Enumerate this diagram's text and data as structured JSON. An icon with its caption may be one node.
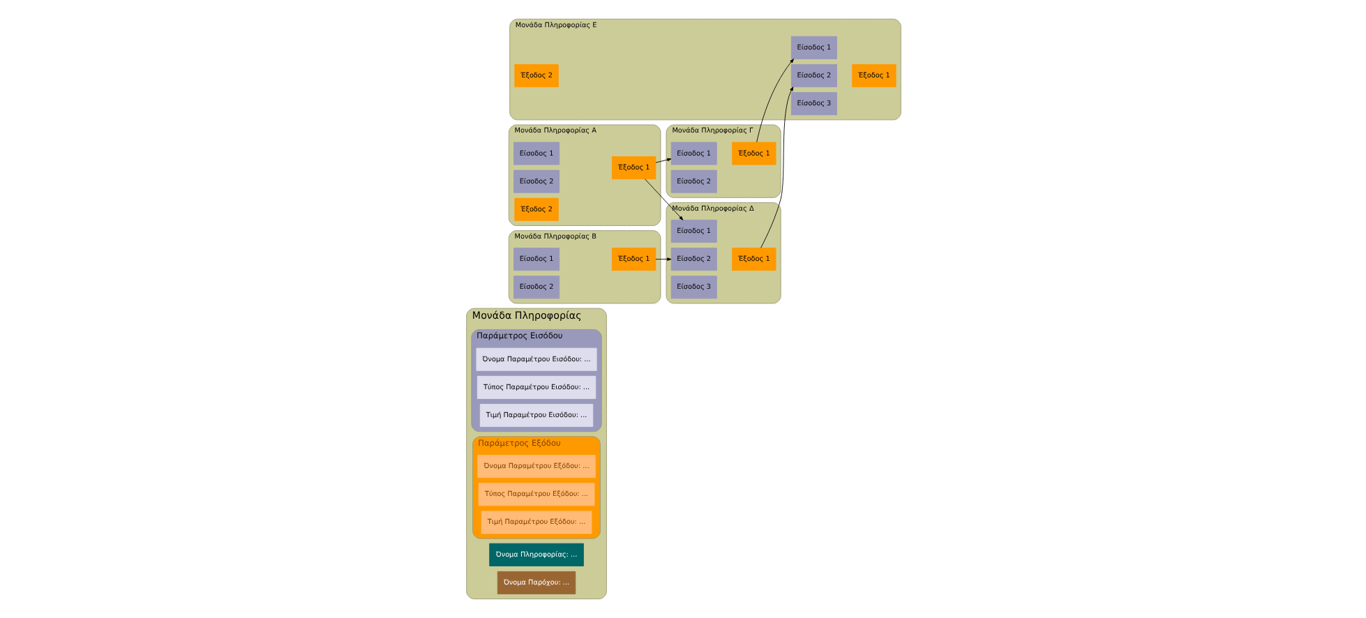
{
  "diagram": {
    "nodes": [
      {
        "text": [
          "Μονάδα Πληροφορίας"
        ]
      },
      {
        "text": [
          "Όνομα Πληροφορίας: ..."
        ],
        "in": 0
      },
      {
        "text": [
          "Όνομα Παρόχου: ..."
        ],
        "in": 0
      },
      {
        "text": [
          "Παράμετρος Εισόδου"
        ],
        "in": 0
      },
      {
        "text": [
          "Όνομα Παραμέτρου Εισόδου: ..."
        ],
        "in": 3
      },
      {
        "text": [
          "Τύπος Παραμέτρου Εισόδου: ..."
        ],
        "in": 3
      },
      {
        "text": [
          "Τιμή Παραμέτρου Εισόδου: ..."
        ],
        "in": 3
      },
      {
        "text": [
          "Παράμετρος Εξόδου"
        ],
        "in": 0
      },
      {
        "text": [
          "Όνομα Παραμέτρου Εξόδου: ..."
        ],
        "in": 7
      },
      {
        "text": [
          "Τύπος Παραμέτρου Εξόδου: ..."
        ],
        "in": 7
      },
      {
        "text": [
          "Τιμή Παραμέτρου Εξόδου: ..."
        ],
        "in": 7
      },
      {
        "text": [
          "Μονάδα Πληροφορίας Α"
        ]
      },
      {
        "text": [
          "Είσοδος 1"
        ],
        "in": 11
      },
      {
        "text": [
          "Είσοδος 2"
        ],
        "in": 11
      },
      {
        "text": [
          "Έξοδος 1"
        ],
        "in": 11
      },
      {
        "text": [
          "Έξοδος 2"
        ],
        "in": 11
      },
      {
        "text": [
          "Μονάδα Πληροφορίας Β"
        ]
      },
      {
        "text": [
          "Είσοδος 1"
        ],
        "in": 16
      },
      {
        "text": [
          "Είσοδος 2"
        ],
        "in": 16
      },
      {
        "text": [
          "Έξοδος 1"
        ],
        "in": 16
      },
      {
        "text": [
          "Μονάδα Πληροφορίας Γ"
        ]
      },
      {
        "text": [
          "Είσοδος 1"
        ],
        "in": 20
      },
      {
        "text": [
          "Είσοδος 2"
        ],
        "in": 20
      },
      {
        "text": [
          "Έξοδος 1"
        ],
        "in": 20
      },
      {
        "text": [
          "Μονάδα Πληροφορίας Δ"
        ]
      },
      {
        "text": [
          "Είσοδος 1"
        ],
        "in": 24
      },
      {
        "text": [
          "Είσοδος 2"
        ],
        "in": 24
      },
      {
        "text": [
          "Είσοδος 3"
        ],
        "in": 24
      },
      {
        "text": [
          "Έξοδος 1"
        ],
        "in": 24
      },
      {
        "text": [
          "Μονάδα Πληροφορίας Ε"
        ]
      },
      {
        "text": [
          "Είσοδος 1"
        ],
        "in": 29
      },
      {
        "text": [
          "Είσοδος 2"
        ],
        "in": 29
      },
      {
        "text": [
          "Είσοδος 3"
        ],
        "in": 29
      },
      {
        "text": [
          "Έξοδος 1"
        ],
        "in": 29
      },
      {
        "text": [
          "Έξοδος 2"
        ],
        "in": 29
      }
    ],
    "edges": [
      {
        "from": 14,
        "to": 21,
        "arrow": "to"
      },
      {
        "from": 14,
        "to": 25,
        "arrow": "to"
      },
      {
        "from": 19,
        "to": 26,
        "arrow": "to"
      },
      {
        "from": 23,
        "to": 30,
        "arrow": "to"
      },
      {
        "from": 28,
        "to": 31,
        "arrow": "to"
      }
    ]
  }
}
